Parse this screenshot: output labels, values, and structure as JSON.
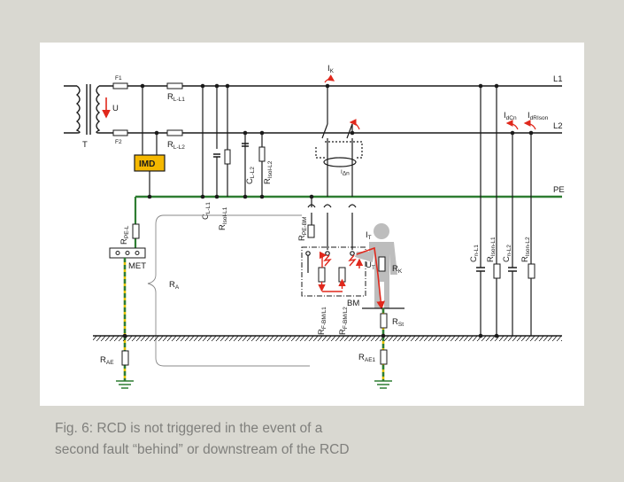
{
  "figure": {
    "caption_line1": "Fig. 6: RCD is not triggered in the event of a",
    "caption_line2": "second fault “behind” or downstream of the RCD"
  },
  "labels": {
    "L1": "L1",
    "L2": "L2",
    "PE": "PE",
    "F1": "F1",
    "F2": "F2",
    "U": "U",
    "T": "T",
    "IMD": "IMD",
    "MET": "MET",
    "BM": "BM",
    "IK": "I",
    "IK_sub": "K",
    "IdCn": "I",
    "IdCn_sub": "dCn",
    "IdRIson": "I",
    "IdRIson_sub": "dRIson",
    "IT": "I",
    "IT_sub": "T",
    "UT": "U",
    "UT_sub": "T",
    "RK": "R",
    "RK_sub": "K",
    "Idn": "I",
    "Idn_sub": "Δn",
    "RL_L1": "R",
    "RL_L1_sub": "L-L1",
    "RL_L2": "R",
    "RL_L2_sub": "L-L2",
    "RPE_L": "R",
    "RPE_L_sub": "PE-L",
    "RPE_BM": "R",
    "RPE_BM_sub": "PE-BM",
    "CL_L1": "C",
    "CL_L1_sub": "L-L1",
    "RIsol_L1": "R",
    "RIsol_L1_sub": "Isol-L1",
    "CL_L2": "C",
    "CL_L2_sub": "L-L2",
    "RIsol_L2": "R",
    "RIsol_L2_sub": "Isol-L2",
    "RA": "R",
    "RA_sub": "A",
    "RAE": "R",
    "RAE_sub": "AE",
    "RAE1": "R",
    "RAE1_sub": "AE1",
    "RSt": "R",
    "RSt_sub": "St",
    "RF_BM_L1": "R",
    "RF_BM_L1_sub": "F-BM/L1",
    "RF_BM_L2": "R",
    "RF_BM_L2_sub": "F-BM/L2",
    "Cn_L1": "C",
    "Cn_L1_sub": "n-L1",
    "RIson_L1": "R",
    "RIson_L1_sub": "Ison-L1",
    "Cn_L2": "C",
    "Cn_L2_sub": "n-L2",
    "RIson_L2": "R",
    "RIson_L2_sub": "Ison-L2"
  },
  "colors": {
    "background": "#d9d8d1",
    "panel": "#ffffff",
    "conductor": "#1a1a1a",
    "pe_conductor": "#2e7d32",
    "earth_stripe": "#e3c000",
    "fault_current": "#e0281c",
    "imd_box": "#f5b800",
    "person": "#bdbdbd",
    "caption_text": "#7f7f7c"
  }
}
